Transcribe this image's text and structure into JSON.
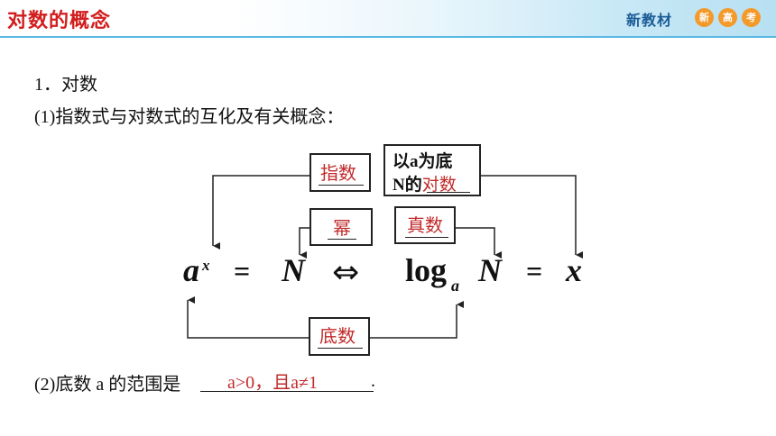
{
  "header": {
    "title": "对数的概念",
    "brand": "新教材",
    "badges": [
      "新",
      "高",
      "考"
    ]
  },
  "content": {
    "section": "1．对数",
    "para1": "(1)指数式与对数式的互化及有关概念：",
    "para2": "(2)底数 a 的范围是",
    "para2_end": ".",
    "range_answer": "a>0，且a≠1"
  },
  "diagram": {
    "box_exponent": "指数",
    "box_log_line1": "以a为底",
    "box_log_line2_prefix": "N的",
    "box_log_line2_answer": "对数",
    "box_power": "幂",
    "box_antilog": "真数",
    "box_base": "底数",
    "equation": {
      "a": "a",
      "x_sup": "x",
      "eq1": "=",
      "N1": "N",
      "iff": "⇔",
      "log": "log",
      "log_sub": "a",
      "N2": "N",
      "eq2": "=",
      "x": "x"
    }
  },
  "colors": {
    "title": "#d21d1d",
    "answer": "#c12a2a",
    "brand": "#1b5c97",
    "badge": "#f39a2a",
    "header_line": "#58b9e2"
  }
}
